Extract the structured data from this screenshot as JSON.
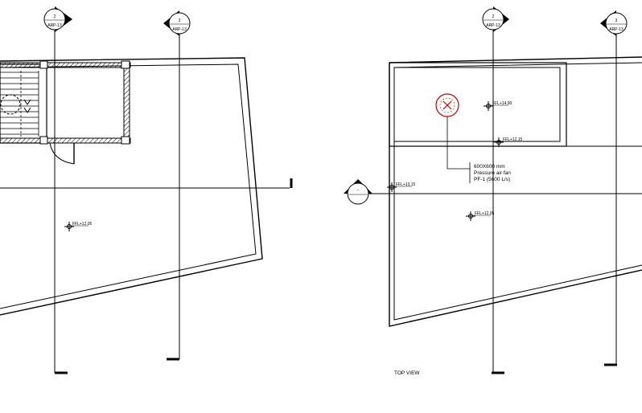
{
  "grid_markers": [
    {
      "number": "2",
      "sheet": "ARP-13"
    },
    {
      "number": "3",
      "sheet": "ARP-13"
    },
    {
      "number": "2",
      "sheet": "ARP-13"
    },
    {
      "number": "3",
      "sheet": "ARP-13"
    }
  ],
  "section_marker": {
    "symbol": "–"
  },
  "levels": {
    "left_floor": "FFL+12.05",
    "right_roof": "FFL+14.90",
    "right_slab": "FFL+12.15",
    "right_edge": "FFL+13.15",
    "right_floor": "FFL+12.05"
  },
  "fan_callout": {
    "size": "600X600 mm",
    "description": "Pressure air fan",
    "tag": "PF-1 (5600 L/s)"
  },
  "view_title": "TOP VIEW",
  "colors": {
    "line": "#000000",
    "fan": "#cc0000"
  }
}
